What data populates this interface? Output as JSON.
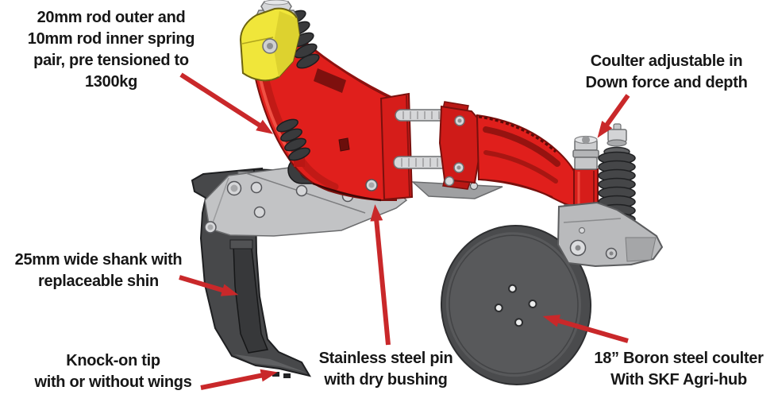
{
  "figure": {
    "subject": "Subsoiler tine and coulter assembly annotated diagram",
    "background": "#ffffff",
    "colors": {
      "annotation_arrow": "#c9282a",
      "machine_red": "#e01f1c",
      "bracket_yellow": "#f0e63a",
      "shank_grey": "#47484a",
      "plate_grey": "#c2c3c5",
      "disc_grey": "#58595b",
      "label_text": "#171717"
    },
    "annotations": {
      "spring_pair": {
        "lines": [
          "20mm rod outer and",
          "10mm rod inner spring",
          "pair, pre tensioned to",
          "1300kg"
        ]
      },
      "coulter_adjust": {
        "lines": [
          "Coulter adjustable in",
          "Down force and depth"
        ]
      },
      "shank": {
        "lines": [
          "25mm wide shank with",
          "replaceable shin"
        ]
      },
      "tip": {
        "lines": [
          "Knock-on tip",
          "with or without wings"
        ]
      },
      "pin": {
        "lines": [
          "Stainless steel pin",
          "with dry bushing"
        ]
      },
      "coulter": {
        "lines": [
          "18” Boron steel coulter",
          "With SKF Agri-hub"
        ]
      }
    }
  }
}
